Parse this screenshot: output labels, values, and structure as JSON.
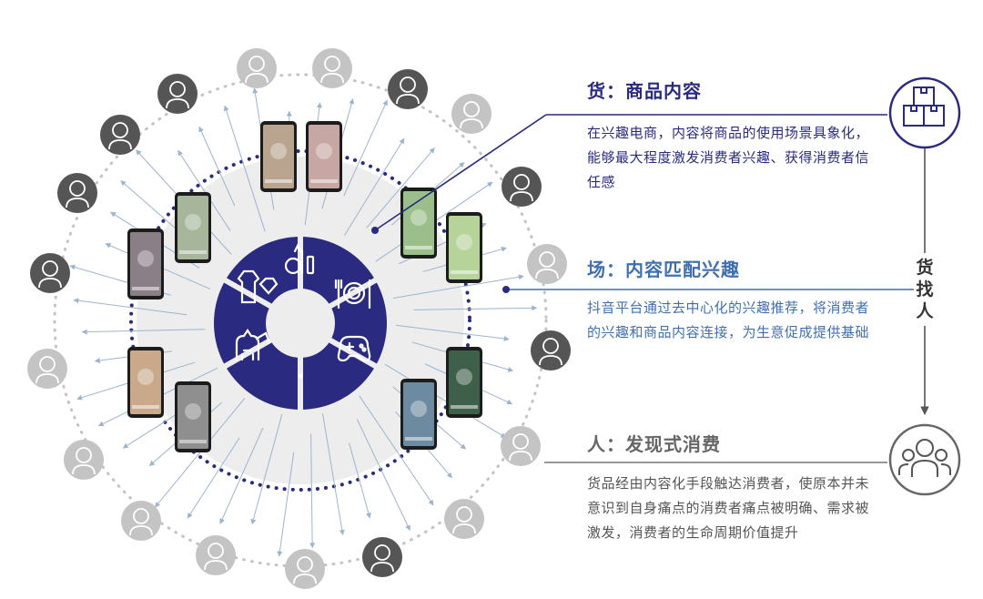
{
  "sections": {
    "goods": {
      "title": "货：商品内容",
      "body": "在兴趣电商，内容将商品的使用场景具象化，能够最大程度激发消费者兴趣、获得消费者信任感"
    },
    "field": {
      "title": "场：内容匹配兴趣",
      "body": "抖音平台通过去中心化的兴趣推荐，将消费者的兴趣和商品内容连接，为生意促成提供基础"
    },
    "people": {
      "title": "人：发现式消费",
      "body": "货品经由内容化手段触达消费者，使原本并未意识到自身痛点的消费者痛点被明确、需求被激发，消费者的生命周期价值提升"
    }
  },
  "flow_label": "货找人",
  "colors": {
    "navy": "#2a2a80",
    "blue": "#3f6fb0",
    "gray_text": "#666666",
    "disc": "#ededed",
    "avatar_dark": "#555555",
    "avatar_light": "#c4c4c4"
  },
  "icons": {
    "top_right": "boxes-icon",
    "bottom_right": "people-group-icon",
    "hub_segments": [
      "cosmetics-icon",
      "food-icon",
      "gamepad-icon",
      "dot",
      "pets-icon",
      "fashion-icon"
    ]
  }
}
